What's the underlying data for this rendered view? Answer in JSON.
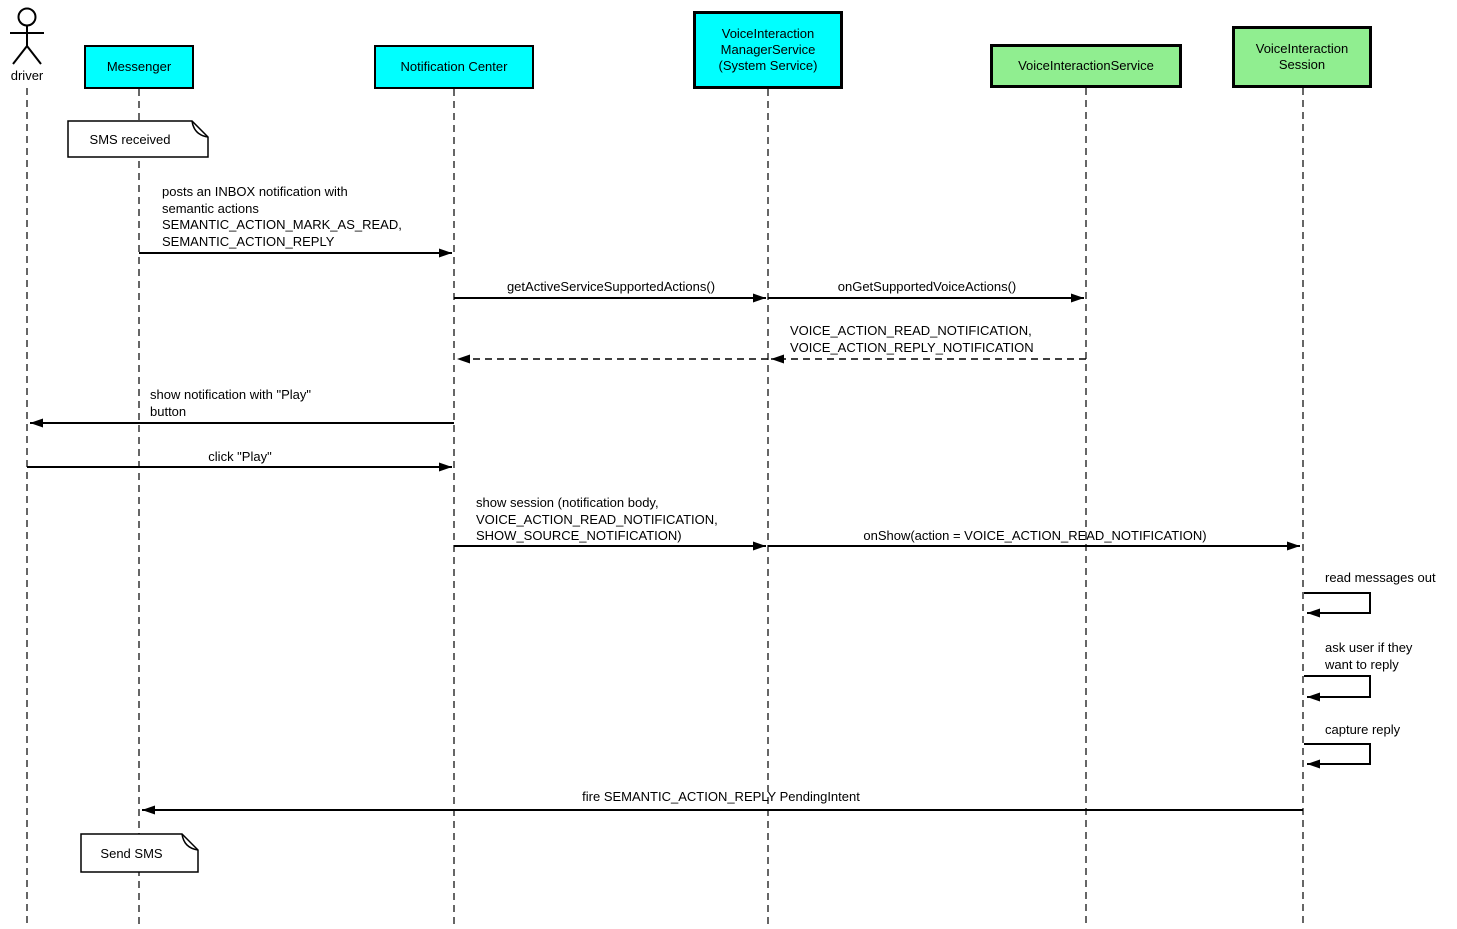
{
  "diagram": {
    "kind": "uml-sequence-diagram",
    "colors": {
      "participant_cyan": "#00ffff",
      "participant_green": "#90ee90",
      "line": "#000000",
      "note_fill": "#ffffff",
      "background": "#ffffff"
    },
    "actor": {
      "label": "driver"
    },
    "participants": [
      {
        "label": "Messenger",
        "color": "#00ffff"
      },
      {
        "label": "Notification Center",
        "color": "#00ffff"
      },
      {
        "label": "VoiceInteraction\nManagerService\n(System Service)",
        "color": "#00ffff"
      },
      {
        "label": "VoiceInteractionService",
        "color": "#90ee90"
      },
      {
        "label": "VoiceInteraction\nSession",
        "color": "#90ee90"
      }
    ],
    "notes": [
      {
        "text": "SMS received",
        "attached_to": "Messenger"
      },
      {
        "text": "Send SMS",
        "attached_to": "Messenger"
      }
    ],
    "messages": [
      {
        "from": "Messenger",
        "to": "Notification Center",
        "kind": "solid",
        "text": "posts an INBOX notification with\nsemantic actions\nSEMANTIC_ACTION_MARK_AS_READ,\nSEMANTIC_ACTION_REPLY"
      },
      {
        "from": "Notification Center",
        "to": "VoiceInteractionManagerService",
        "kind": "solid",
        "text": "getActiveServiceSupportedActions()"
      },
      {
        "from": "VoiceInteractionManagerService",
        "to": "VoiceInteractionService",
        "kind": "solid",
        "text": "onGetSupportedVoiceActions()"
      },
      {
        "from": "VoiceInteractionService",
        "to": "Notification Center",
        "kind": "dashed-return",
        "text": "VOICE_ACTION_READ_NOTIFICATION,\nVOICE_ACTION_REPLY_NOTIFICATION"
      },
      {
        "from": "Notification Center",
        "to": "driver",
        "kind": "solid",
        "text": "show notification with \"Play\"\nbutton"
      },
      {
        "from": "driver",
        "to": "Notification Center",
        "kind": "solid",
        "text": "click \"Play\""
      },
      {
        "from": "Notification Center",
        "to": "VoiceInteractionManagerService",
        "kind": "solid",
        "text": "show session (notification body,\nVOICE_ACTION_READ_NOTIFICATION,\nSHOW_SOURCE_NOTIFICATION)"
      },
      {
        "from": "VoiceInteractionManagerService",
        "to": "VoiceInteractionSession",
        "kind": "solid",
        "text": "onShow(action = VOICE_ACTION_READ_NOTIFICATION)"
      },
      {
        "from": "VoiceInteractionSession",
        "to": "VoiceInteractionSession",
        "kind": "self",
        "text": "read messages out"
      },
      {
        "from": "VoiceInteractionSession",
        "to": "VoiceInteractionSession",
        "kind": "self",
        "text": "ask user if they\nwant to reply"
      },
      {
        "from": "VoiceInteractionSession",
        "to": "VoiceInteractionSession",
        "kind": "self",
        "text": "capture reply"
      },
      {
        "from": "VoiceInteractionSession",
        "to": "Messenger",
        "kind": "solid",
        "text": "fire SEMANTIC_ACTION_REPLY PendingIntent"
      }
    ]
  }
}
